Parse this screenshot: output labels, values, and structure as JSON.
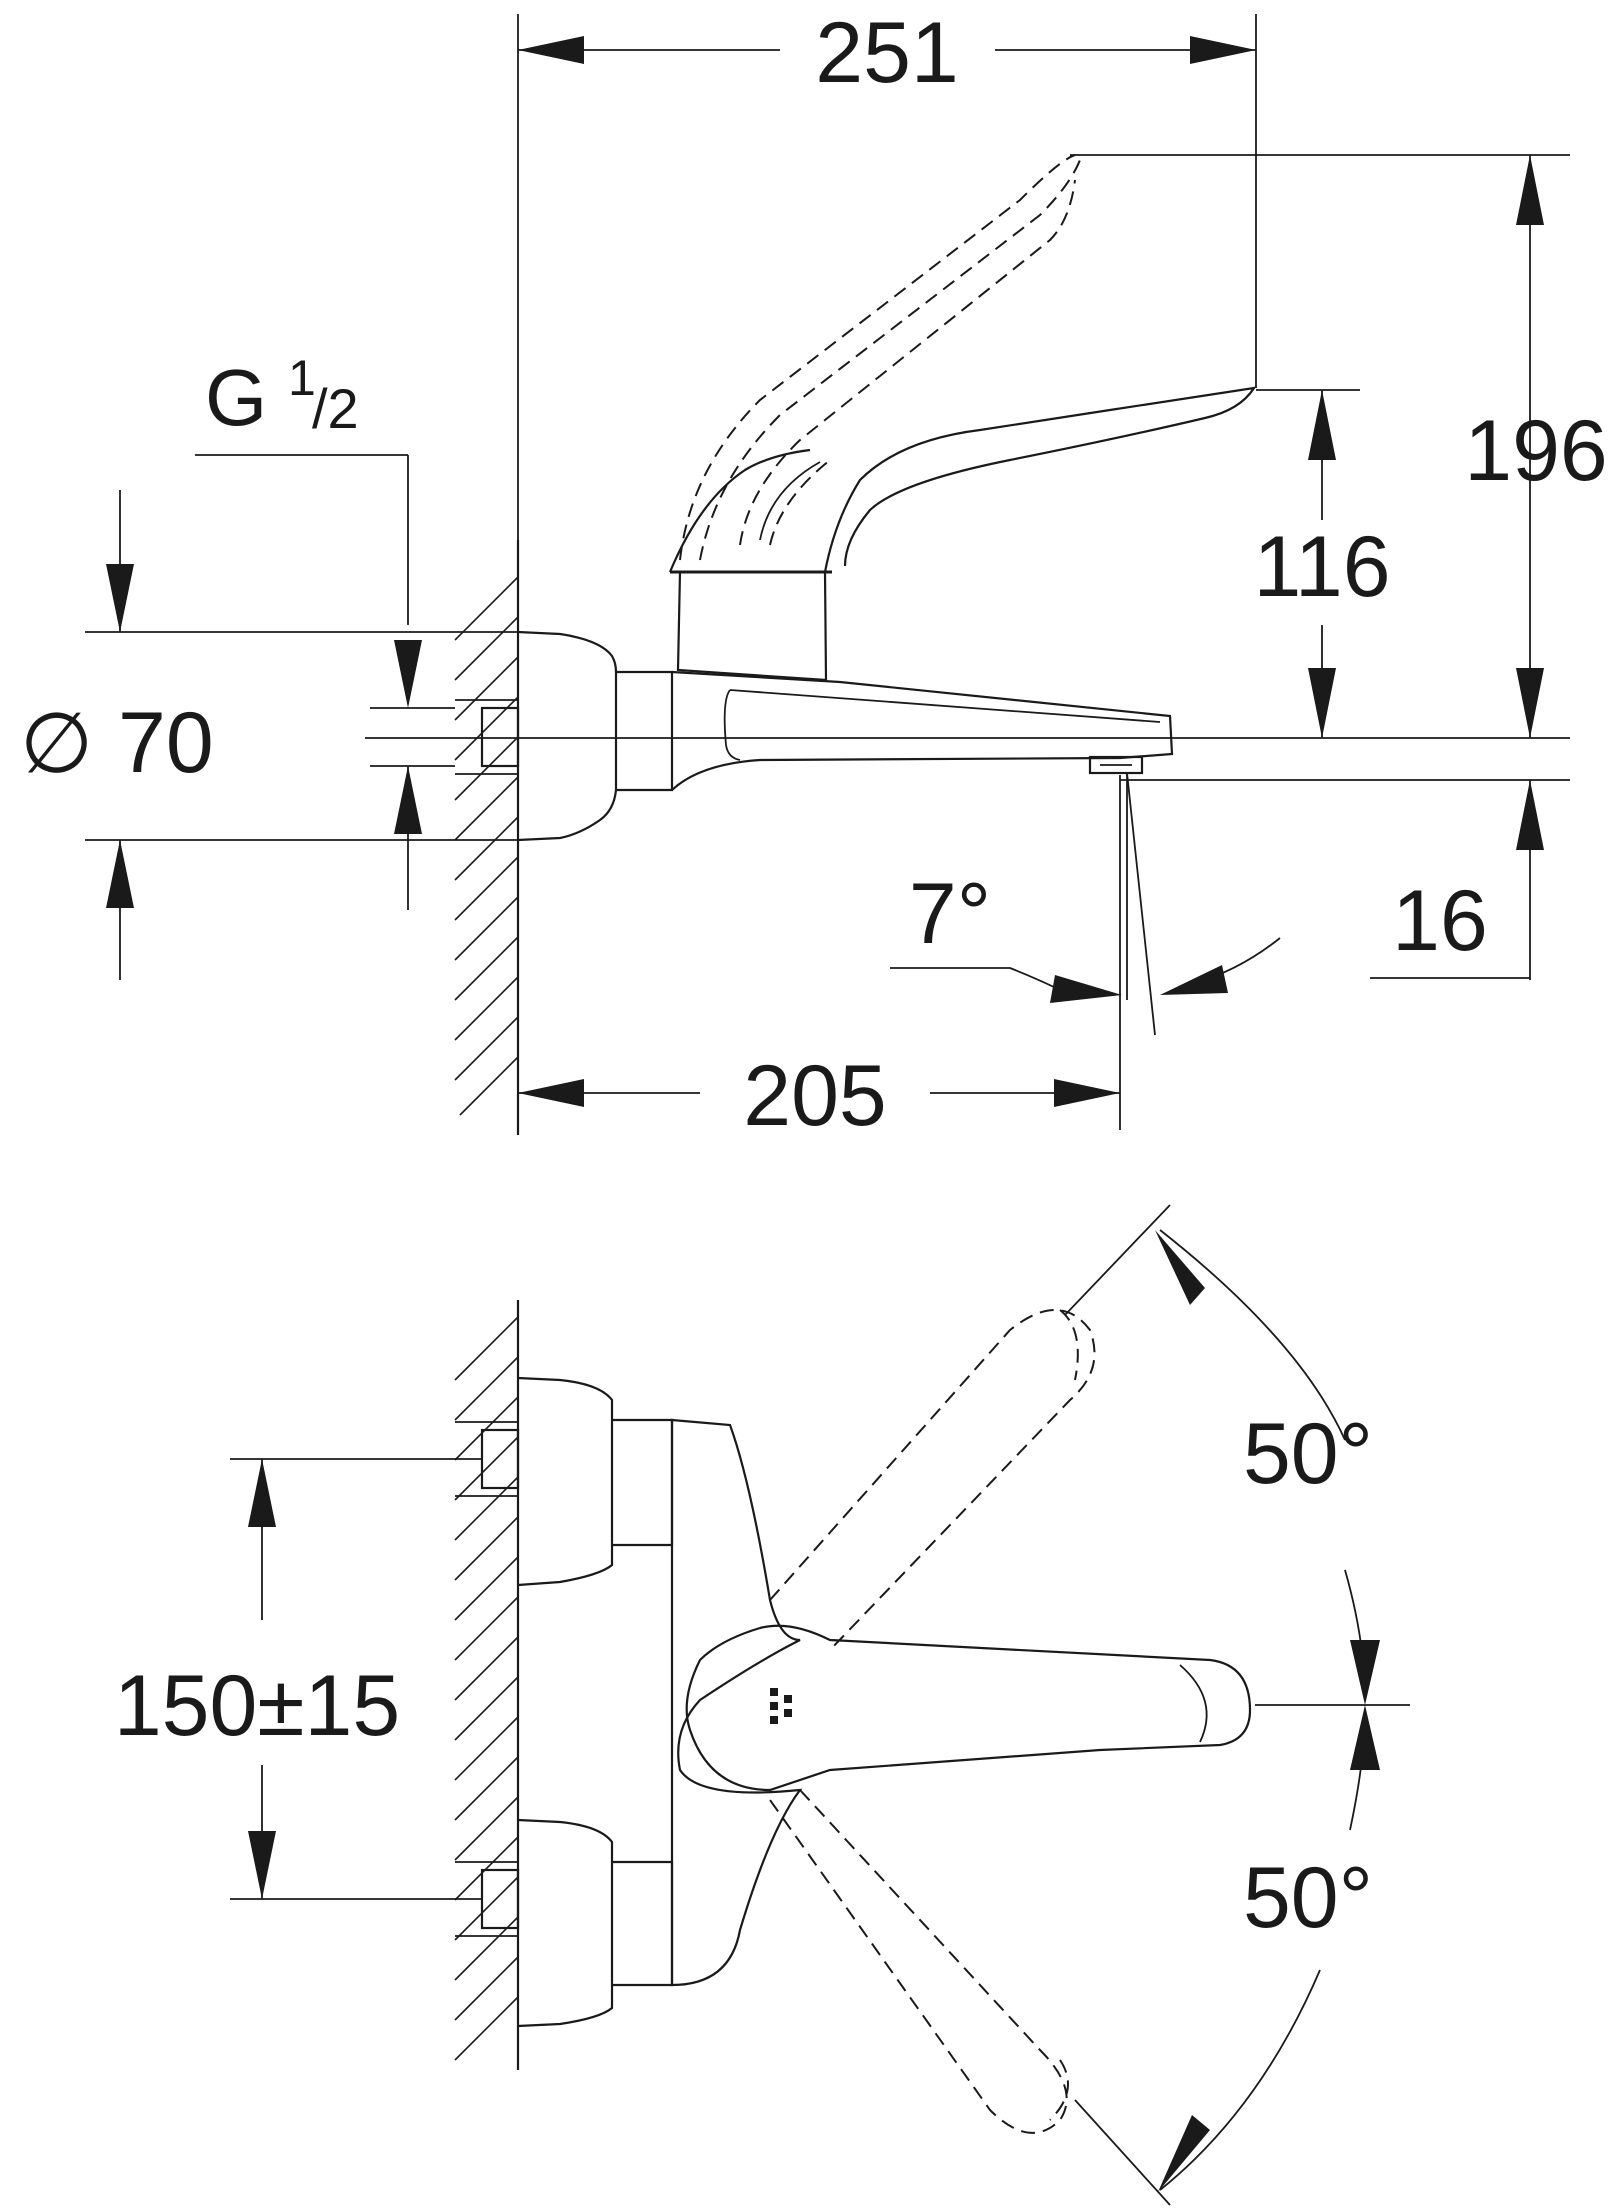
{
  "side_view": {
    "overall_length": "251",
    "spout_projection": "205",
    "overall_height": "196",
    "handle_height": "116",
    "spout_clearance": "16",
    "spout_angle": "7°",
    "thread_G": "G",
    "thread_num": "1",
    "thread_den": "/2",
    "diameter_symbol": "∅",
    "diameter_value": "70"
  },
  "top_view": {
    "center_distance": "150±15",
    "swing_upper": "50°",
    "swing_lower": "50°"
  }
}
